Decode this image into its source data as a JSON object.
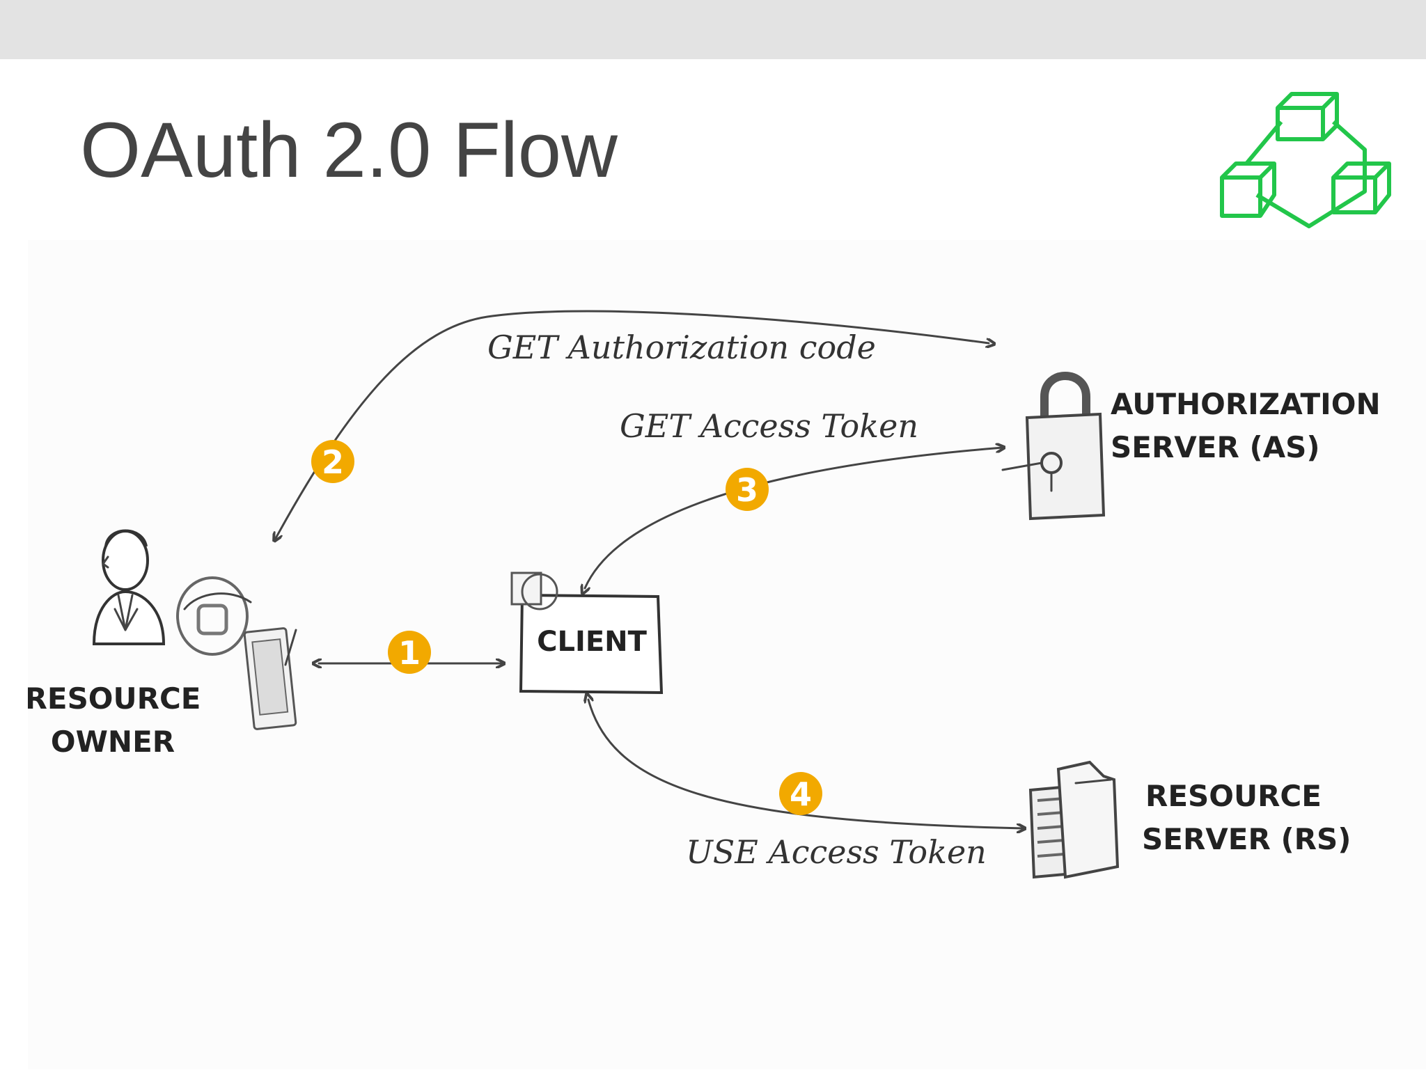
{
  "slide": {
    "title": "OAuth 2.0 Flow",
    "logo_icon": "connected-cubes-icon",
    "logo_color": "#22c64a"
  },
  "diagram": {
    "arrow_color": "#444444",
    "badge_color": "#f2a900",
    "badge_text_color": "#ffffff",
    "actors": {
      "resource_owner": [
        "RESOURCE",
        "OWNER"
      ],
      "client": "CLIENT",
      "authorization_server": [
        "AUTHORIZATION",
        "SERVER (AS)"
      ],
      "resource_server": [
        "RESOURCE",
        "SERVER (RS)"
      ]
    },
    "steps": [
      {
        "number": "1",
        "label": ""
      },
      {
        "number": "2",
        "label": "GET Authorization code"
      },
      {
        "number": "3",
        "label": "GET Access Token"
      },
      {
        "number": "4",
        "label": "USE Access Token"
      }
    ]
  }
}
